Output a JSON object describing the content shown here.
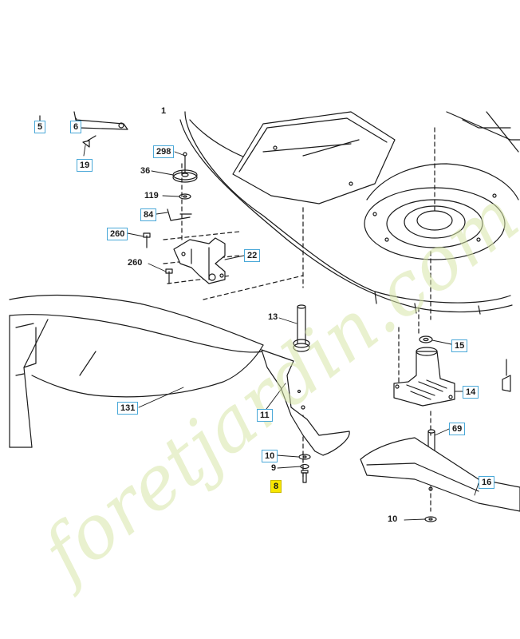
{
  "diagram": {
    "callouts": [
      {
        "id": "c5",
        "text": "5"
      },
      {
        "id": "c6",
        "text": "6"
      },
      {
        "id": "c19",
        "text": "19"
      },
      {
        "id": "c298",
        "text": "298"
      },
      {
        "id": "c36",
        "text": "36"
      },
      {
        "id": "c119",
        "text": "119"
      },
      {
        "id": "c84",
        "text": "84"
      },
      {
        "id": "c260a",
        "text": "260"
      },
      {
        "id": "c260b",
        "text": "260"
      },
      {
        "id": "c22",
        "text": "22"
      },
      {
        "id": "c13",
        "text": "13"
      },
      {
        "id": "c15",
        "text": "15"
      },
      {
        "id": "c14",
        "text": "14"
      },
      {
        "id": "c131",
        "text": "131"
      },
      {
        "id": "c11",
        "text": "11"
      },
      {
        "id": "c69",
        "text": "69"
      },
      {
        "id": "c10a",
        "text": "10"
      },
      {
        "id": "c9",
        "text": "9"
      },
      {
        "id": "c8",
        "text": "8"
      },
      {
        "id": "c16",
        "text": "16"
      },
      {
        "id": "c10b",
        "text": "10"
      },
      {
        "id": "c1",
        "text": "1"
      }
    ],
    "highlight_color": "#f7e600",
    "callout_border_color": "#4aa8d8",
    "line_color": "#1a1a1a"
  },
  "watermark": {
    "text": "foretjardin.com",
    "color": "#c9dc8a"
  }
}
